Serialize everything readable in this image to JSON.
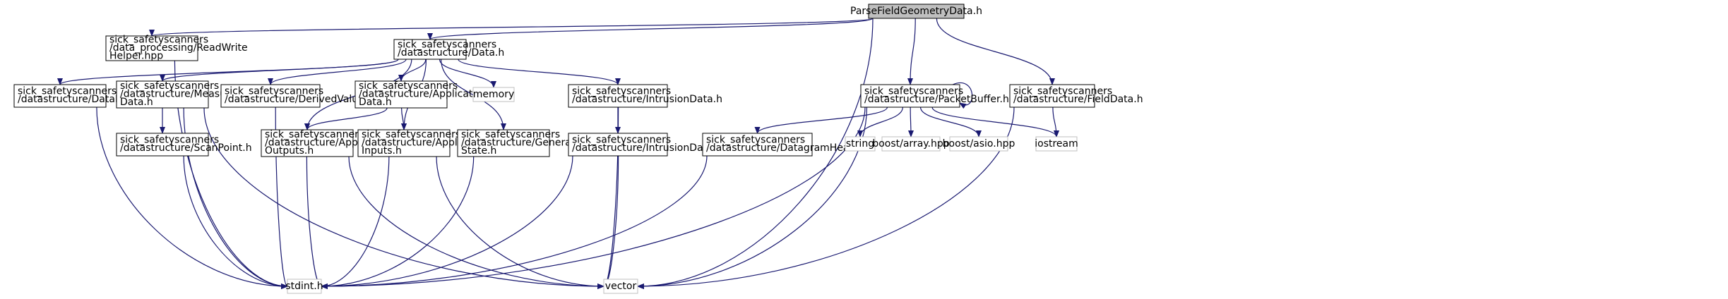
{
  "colors": {
    "edge": "#191970",
    "node_border": "#000000",
    "ext_border": "#bfbfbf",
    "root_fill": "#bfbfbf",
    "node_fill": "#ffffff"
  },
  "nodes": [
    {
      "id": "parse",
      "lines": [
        "ParseFieldGeometryData.h"
      ],
      "kind": "root"
    },
    {
      "id": "rwhelper",
      "lines": [
        "sick_safetyscanners",
        "/data_processing/ReadWrite",
        "Helper.hpp"
      ],
      "kind": "link"
    },
    {
      "id": "data",
      "lines": [
        "sick_safetyscanners",
        "/datastructure/Data.h"
      ],
      "kind": "link"
    },
    {
      "id": "dataheader",
      "lines": [
        "sick_safetyscanners",
        "/datastructure/DataHeader.h"
      ],
      "kind": "link"
    },
    {
      "id": "measurement",
      "lines": [
        "sick_safetyscanners",
        "/datastructure/Measurement",
        "Data.h"
      ],
      "kind": "link"
    },
    {
      "id": "derived",
      "lines": [
        "sick_safetyscanners",
        "/datastructure/DerivedValues.h"
      ],
      "kind": "link"
    },
    {
      "id": "appdata",
      "lines": [
        "sick_safetyscanners",
        "/datastructure/Application",
        "Data.h"
      ],
      "kind": "link"
    },
    {
      "id": "memory",
      "lines": [
        "memory"
      ],
      "kind": "ext"
    },
    {
      "id": "intrusiondata",
      "lines": [
        "sick_safetyscanners",
        "/datastructure/IntrusionData.h"
      ],
      "kind": "link"
    },
    {
      "id": "packetbuffer",
      "lines": [
        "sick_safetyscanners",
        "/datastructure/PacketBuffer.h"
      ],
      "kind": "link"
    },
    {
      "id": "fielddata",
      "lines": [
        "sick_safetyscanners",
        "/datastructure/FieldData.h"
      ],
      "kind": "link"
    },
    {
      "id": "scanpoint",
      "lines": [
        "sick_safetyscanners",
        "/datastructure/ScanPoint.h"
      ],
      "kind": "link"
    },
    {
      "id": "appoutputs",
      "lines": [
        "sick_safetyscanners",
        "/datastructure/Application",
        "Outputs.h"
      ],
      "kind": "link"
    },
    {
      "id": "appinputs",
      "lines": [
        "sick_safetyscanners",
        "/datastructure/Application",
        "Inputs.h"
      ],
      "kind": "link"
    },
    {
      "id": "gensys",
      "lines": [
        "sick_safetyscanners",
        "/datastructure/GeneralSystem",
        "State.h"
      ],
      "kind": "link"
    },
    {
      "id": "intrusiondatum",
      "lines": [
        "sick_safetyscanners",
        "/datastructure/IntrusionDatum.h"
      ],
      "kind": "link"
    },
    {
      "id": "datagram",
      "lines": [
        "sick_safetyscanners",
        "/datastructure/DatagramHeader.h"
      ],
      "kind": "link"
    },
    {
      "id": "string",
      "lines": [
        "string"
      ],
      "kind": "ext"
    },
    {
      "id": "array",
      "lines": [
        "boost/array.hpp"
      ],
      "kind": "ext"
    },
    {
      "id": "asio",
      "lines": [
        "boost/asio.hpp"
      ],
      "kind": "ext"
    },
    {
      "id": "iostream",
      "lines": [
        "iostream"
      ],
      "kind": "ext"
    },
    {
      "id": "stdint",
      "lines": [
        "stdint.h"
      ],
      "kind": "ext"
    },
    {
      "id": "vector",
      "lines": [
        "vector"
      ],
      "kind": "ext"
    }
  ],
  "edges": [
    [
      "parse",
      "rwhelper"
    ],
    [
      "parse",
      "data"
    ],
    [
      "parse",
      "packetbuffer"
    ],
    [
      "parse",
      "fielddata"
    ],
    [
      "parse",
      "vector"
    ],
    [
      "rwhelper",
      "stdint"
    ],
    [
      "data",
      "dataheader"
    ],
    [
      "data",
      "measurement"
    ],
    [
      "data",
      "derived"
    ],
    [
      "data",
      "appdata"
    ],
    [
      "data",
      "memory"
    ],
    [
      "data",
      "intrusiondata"
    ],
    [
      "data",
      "appoutputs"
    ],
    [
      "data",
      "appinputs"
    ],
    [
      "data",
      "gensys"
    ],
    [
      "dataheader",
      "stdint"
    ],
    [
      "measurement",
      "scanpoint"
    ],
    [
      "measurement",
      "stdint"
    ],
    [
      "measurement",
      "vector"
    ],
    [
      "derived",
      "stdint"
    ],
    [
      "appdata",
      "appoutputs"
    ],
    [
      "appdata",
      "appinputs"
    ],
    [
      "scanpoint",
      "stdint"
    ],
    [
      "appoutputs",
      "stdint"
    ],
    [
      "appoutputs",
      "vector"
    ],
    [
      "appinputs",
      "stdint"
    ],
    [
      "appinputs",
      "vector"
    ],
    [
      "gensys",
      "stdint"
    ],
    [
      "intrusiondata",
      "intrusiondatum"
    ],
    [
      "intrusiondata",
      "vector"
    ],
    [
      "intrusiondatum",
      "stdint"
    ],
    [
      "intrusiondatum",
      "vector"
    ],
    [
      "packetbuffer",
      "packetbuffer"
    ],
    [
      "packetbuffer",
      "datagram"
    ],
    [
      "packetbuffer",
      "string"
    ],
    [
      "packetbuffer",
      "array"
    ],
    [
      "packetbuffer",
      "asio"
    ],
    [
      "packetbuffer",
      "iostream"
    ],
    [
      "packetbuffer",
      "stdint"
    ],
    [
      "packetbuffer",
      "vector"
    ],
    [
      "datagram",
      "stdint"
    ],
    [
      "fielddata",
      "iostream"
    ],
    [
      "fielddata",
      "vector"
    ]
  ]
}
